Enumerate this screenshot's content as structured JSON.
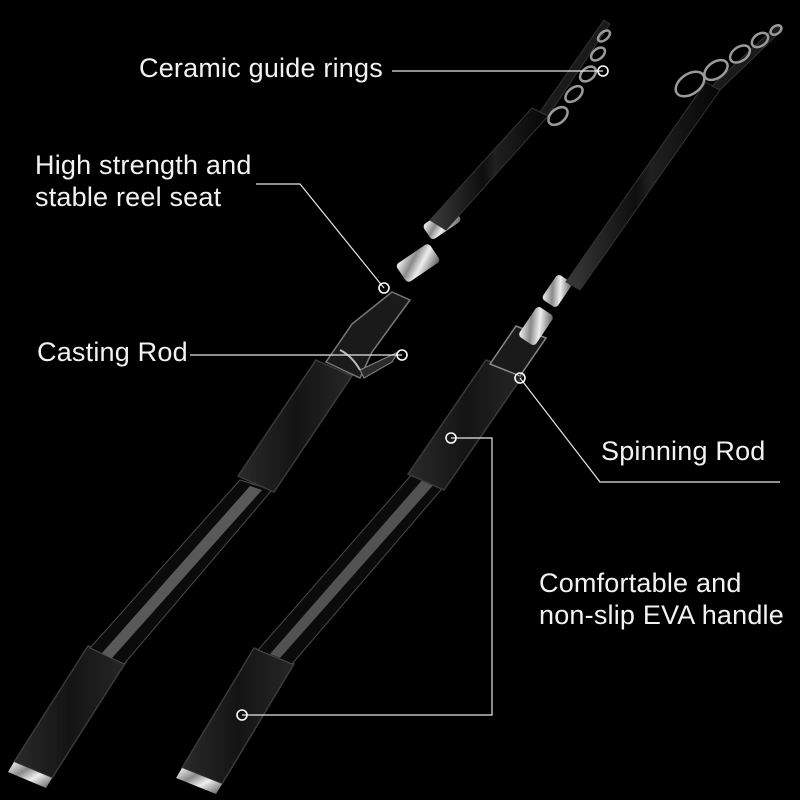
{
  "background_color": "#000000",
  "label_color": "#f2f2f2",
  "callouts": {
    "guide_rings": "Ceramic guide rings",
    "reel_seat": [
      "High strength and",
      "stable reel seat"
    ],
    "casting_rod": "Casting Rod",
    "spinning_rod": "Spinning Rod",
    "eva_handle": [
      "Comfortable and",
      "non-slip EVA handle"
    ]
  }
}
